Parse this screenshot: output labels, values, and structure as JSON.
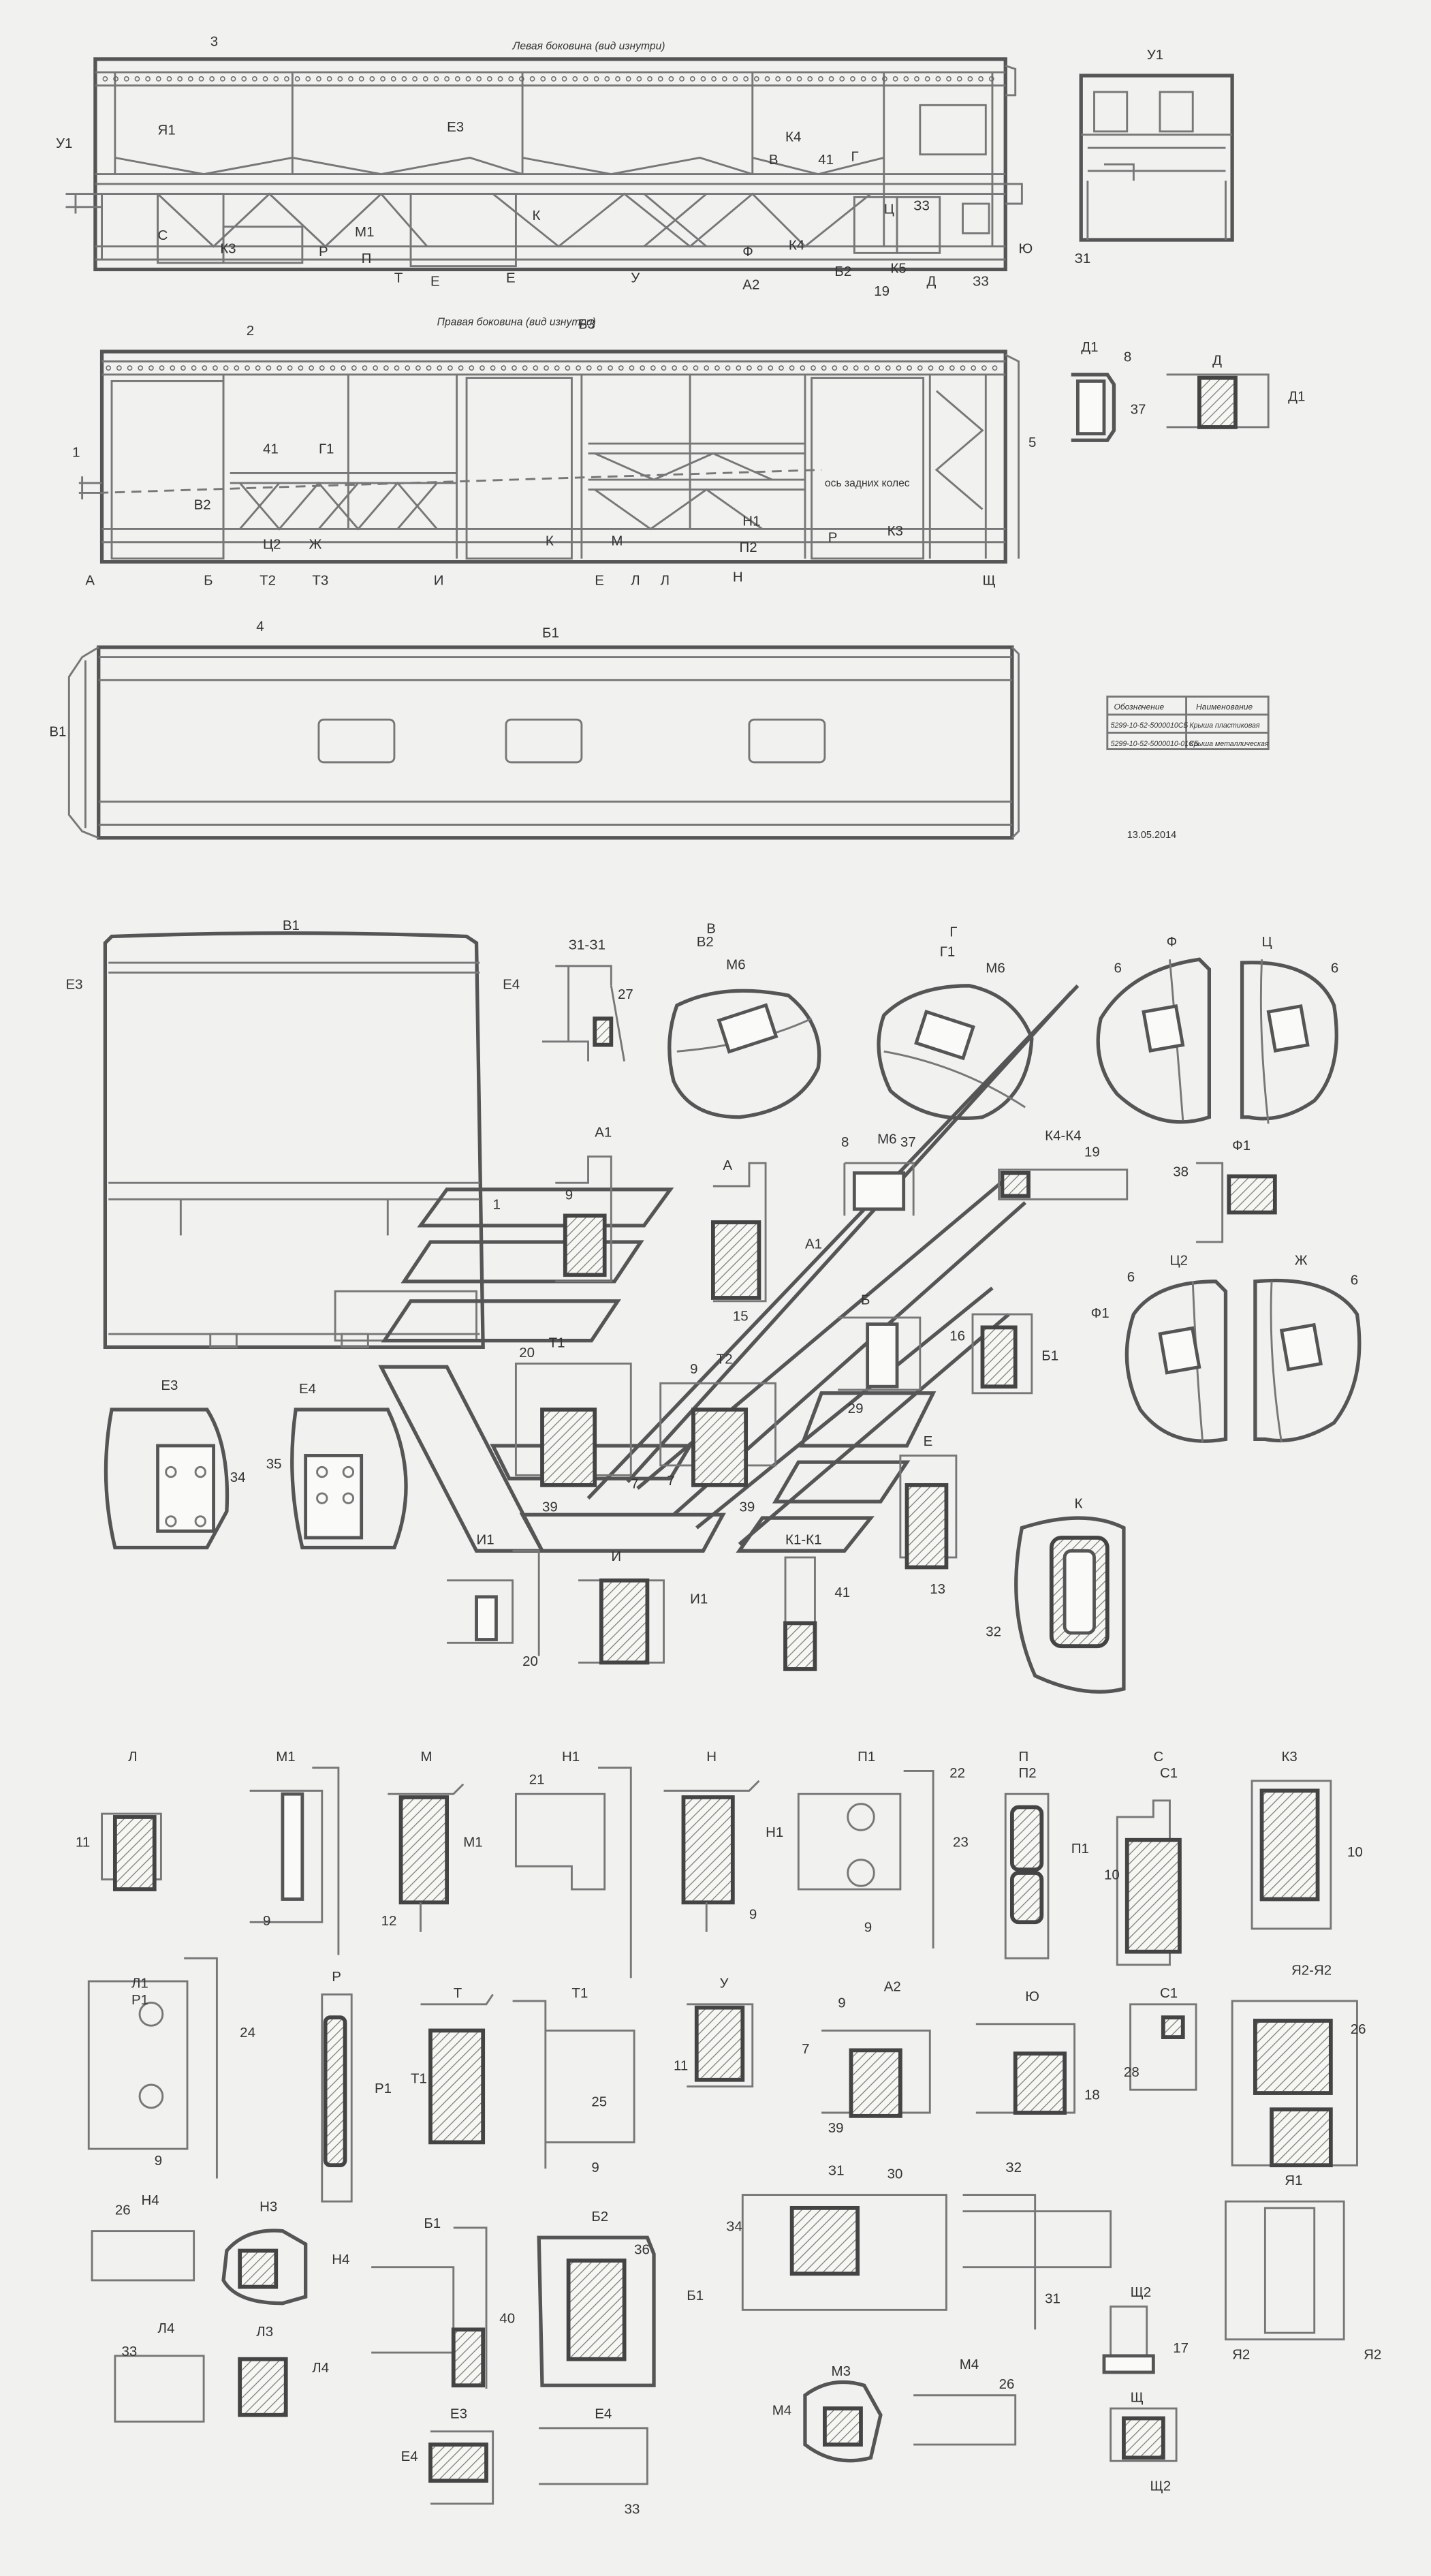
{
  "views": {
    "left_caption": "Левая боковина (вид изнутри)",
    "right_caption": "Правая боковина (вид изнутри)",
    "date": "13.05.2014"
  },
  "spec_table": {
    "headers": [
      "Обозначение",
      "Наименование"
    ],
    "rows": [
      [
        "5299-10-52-5000010СБ",
        "Крыша пластиковая"
      ],
      [
        "5299-10-52-5000010-01СБ",
        "Крыша металлическая"
      ]
    ]
  },
  "labels": {
    "left_view": [
      "3",
      "Я1",
      "Е3",
      "У1",
      "В",
      "К4",
      "41",
      "Г",
      "С",
      "К3",
      "Р",
      "М1",
      "П",
      "К",
      "Ц",
      "З3",
      "Ю",
      "Т",
      "Е",
      "Е",
      "У",
      "Ф",
      "А2",
      "К4",
      "Б2",
      "К5",
      "19",
      "Д",
      "З3"
    ],
    "right_view": [
      "2",
      "Б3",
      "1",
      "41",
      "Г1",
      "В2",
      "Ц2",
      "Ж",
      "Н1",
      "П2",
      "ось задних колес",
      "Р",
      "К3",
      "5",
      "А",
      "Б",
      "Т2",
      "Т3",
      "И",
      "К",
      "М",
      "Е",
      "Л",
      "Л",
      "Н",
      "Щ"
    ],
    "roof_view": [
      "4",
      "Б1",
      "В1"
    ],
    "rear_view": [
      "У1",
      "З1"
    ],
    "d_views": [
      "Д1",
      "8",
      "37",
      "Д",
      "Д1"
    ],
    "front_view": [
      "В1",
      "Е3",
      "Е4",
      "З1-З1",
      "27",
      "В",
      "В2",
      "М6",
      "Г",
      "Г1",
      "М6",
      "Ф",
      "Ц",
      "6",
      "6",
      "А1",
      "1",
      "9",
      "А",
      "15",
      "А1",
      "8",
      "М6",
      "37",
      "К4-К4",
      "19",
      "38",
      "Ф1",
      "Б",
      "16",
      "Б1",
      "Ц2",
      "Ж",
      "6",
      "6",
      "Ф1",
      "Т1",
      "20",
      "9",
      "Т2",
      "7",
      "7",
      "39",
      "39",
      "29",
      "Е",
      "13",
      "К",
      "32",
      "Е3",
      "34",
      "35",
      "Е4",
      "И1",
      "И",
      "И1",
      "К1-К1",
      "41",
      "20"
    ],
    "sections_row1": [
      "Л",
      "11",
      "М1",
      "9",
      "М",
      "12",
      "М1",
      "Н1",
      "21",
      "Н",
      "9",
      "Н1",
      "П1",
      "22",
      "23",
      "9",
      "П",
      "П2",
      "П1",
      "С",
      "С1",
      "10",
      "К3",
      "10"
    ],
    "sections_row2": [
      "Л1",
      "Р1",
      "24",
      "9",
      "Р",
      "Р1",
      "Т",
      "Т1",
      "Т1",
      "25",
      "9",
      "У",
      "11",
      "9",
      "А2",
      "7",
      "39",
      "Ю",
      "18",
      "С1",
      "28",
      "Я2-Я2",
      "26"
    ],
    "sections_row3": [
      "Н4",
      "26",
      "Н3",
      "Н4",
      "Б1",
      "40",
      "Б2",
      "36",
      "Б1",
      "З1",
      "30",
      "З2",
      "З4",
      "31",
      "Я1",
      "Я2",
      "Я2",
      "Щ2",
      "17",
      "Л4",
      "33",
      "Л3",
      "Л4",
      "Е3",
      "Е4",
      "Е4",
      "33",
      "М3",
      "М4",
      "М4",
      "26",
      "Щ",
      "Щ2"
    ]
  }
}
